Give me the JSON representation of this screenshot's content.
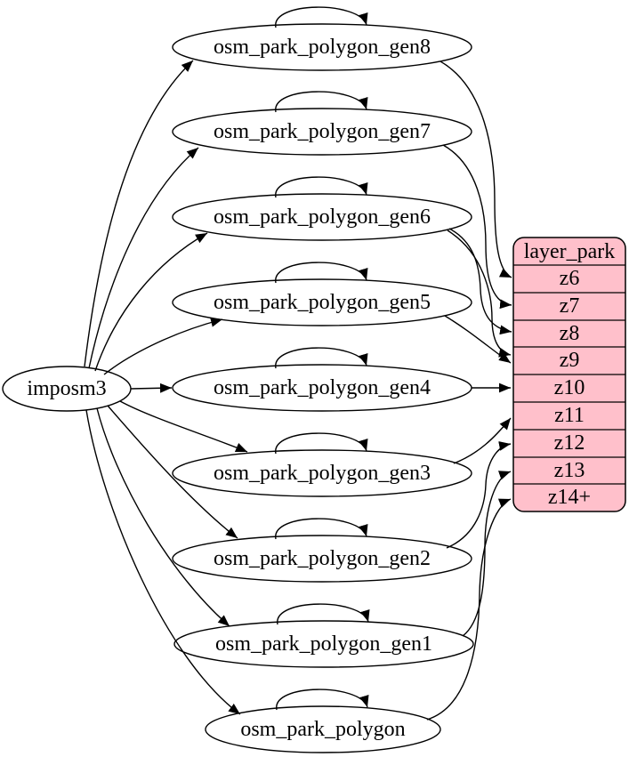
{
  "diagram": {
    "source": {
      "label": "imposm3"
    },
    "tables": [
      {
        "label": "osm_park_polygon_gen8"
      },
      {
        "label": "osm_park_polygon_gen7"
      },
      {
        "label": "osm_park_polygon_gen6"
      },
      {
        "label": "osm_park_polygon_gen5"
      },
      {
        "label": "osm_park_polygon_gen4"
      },
      {
        "label": "osm_park_polygon_gen3"
      },
      {
        "label": "osm_park_polygon_gen2"
      },
      {
        "label": "osm_park_polygon_gen1"
      },
      {
        "label": "osm_park_polygon"
      }
    ],
    "layer_table": {
      "title": "layer_park",
      "rows": [
        "z6",
        "z7",
        "z8",
        "z9",
        "z10",
        "z11",
        "z12",
        "z13",
        "z14+"
      ],
      "fill": "#ffc0cb",
      "stroke": "#000000"
    },
    "colors": {
      "background": "#ffffff",
      "edge": "#000000",
      "node_stroke": "#000000",
      "layer_fill": "#ffc0cb"
    },
    "edges": {
      "imports_from_source": [
        "osm_park_polygon_gen8",
        "osm_park_polygon_gen7",
        "osm_park_polygon_gen6",
        "osm_park_polygon_gen5",
        "osm_park_polygon_gen4",
        "osm_park_polygon_gen3",
        "osm_park_polygon_gen2",
        "osm_park_polygon_gen1",
        "osm_park_polygon"
      ],
      "self_loops": [
        "osm_park_polygon_gen8",
        "osm_park_polygon_gen7",
        "osm_park_polygon_gen6",
        "osm_park_polygon_gen5",
        "osm_park_polygon_gen4",
        "osm_park_polygon_gen3",
        "osm_park_polygon_gen2",
        "osm_park_polygon_gen1",
        "osm_park_polygon"
      ],
      "zoom_mappings": [
        {
          "from": "osm_park_polygon_gen8",
          "to": "z6"
        },
        {
          "from": "osm_park_polygon_gen7",
          "to": "z7"
        },
        {
          "from": "osm_park_polygon_gen6",
          "to": "z8"
        },
        {
          "from": "osm_park_polygon_gen6",
          "to": "z9"
        },
        {
          "from": "osm_park_polygon_gen5",
          "to": "z9"
        },
        {
          "from": "osm_park_polygon_gen4",
          "to": "z10"
        },
        {
          "from": "osm_park_polygon_gen3",
          "to": "z11"
        },
        {
          "from": "osm_park_polygon_gen2",
          "to": "z12"
        },
        {
          "from": "osm_park_polygon_gen1",
          "to": "z13"
        },
        {
          "from": "osm_park_polygon",
          "to": "z14+"
        }
      ]
    }
  }
}
